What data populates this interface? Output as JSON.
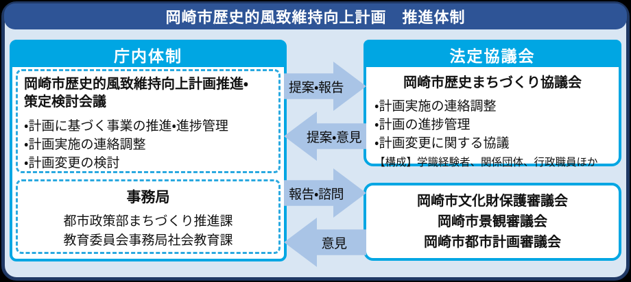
{
  "title": "岡崎市歴史的風致維持向上計画　推進体制",
  "left_panel": {
    "header": "庁内体制",
    "council_box": {
      "title": "岡崎市歴史的風致維持向上計画推進・\n策定検討会議",
      "items": [
        "・計画に基づく事業の推進・進捗管理",
        "・計画実施の連絡調整",
        "・計画変更の検討"
      ]
    },
    "secretariat_box": {
      "title": "事務局",
      "lines": [
        "都市政策部まちづくり推進課",
        "教育委員会事務局社会教育課"
      ]
    }
  },
  "right_panel": {
    "header": "法定協議会",
    "council_box": {
      "title": "岡崎市歴史まちづくり協議会",
      "items": [
        "・計画実施の連絡調整",
        "・計画の進捗管理",
        "・計画変更に関する協議"
      ],
      "note": "【構成】学識経験者、関係団体、行政職員ほか"
    },
    "review_boards_box": {
      "lines": [
        "岡崎市文化財保護審議会",
        "岡崎市景観審議会",
        "岡崎市都市計画審議会"
      ]
    }
  },
  "arrows": [
    {
      "label": "提案・報告",
      "direction": "right"
    },
    {
      "label": "提案・意見",
      "direction": "left"
    },
    {
      "label": "報告・諮問",
      "direction": "right"
    },
    {
      "label": "意見",
      "direction": "left"
    }
  ],
  "colors": {
    "frame_border": "#1f3864",
    "title_bar": "#2e5496",
    "background": "#d9e6f3",
    "accent_cyan": "#00a6e3",
    "arrow_fill": "#a9c4e6"
  }
}
